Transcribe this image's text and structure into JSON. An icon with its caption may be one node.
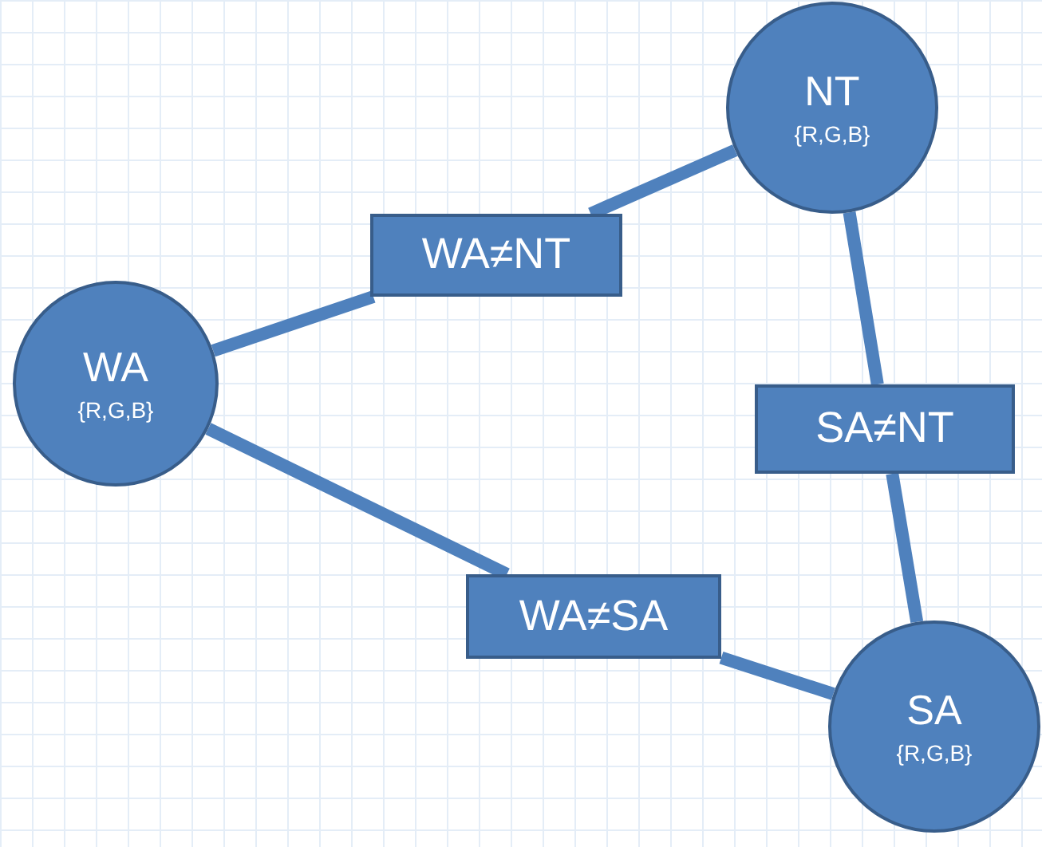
{
  "diagram": {
    "nodes": [
      {
        "text": [
          "WA",
          "{R,G,B}"
        ]
      },
      {
        "text": [
          "NT",
          "{R,G,B}"
        ]
      },
      {
        "text": [
          "SA",
          "{R,G,B}"
        ]
      },
      {
        "text": [
          "WA≠NT"
        ]
      },
      {
        "text": [
          "SA≠NT"
        ]
      },
      {
        "text": [
          "WA≠SA"
        ]
      }
    ],
    "edges": [
      {
        "from": 0,
        "to": 3,
        "arrow": "none"
      },
      {
        "from": 3,
        "to": 1,
        "arrow": "none"
      },
      {
        "from": 1,
        "to": 4,
        "arrow": "none"
      },
      {
        "from": 4,
        "to": 2,
        "arrow": "none"
      },
      {
        "from": 0,
        "to": 5,
        "arrow": "none"
      },
      {
        "from": 5,
        "to": 2,
        "arrow": "none"
      }
    ]
  }
}
